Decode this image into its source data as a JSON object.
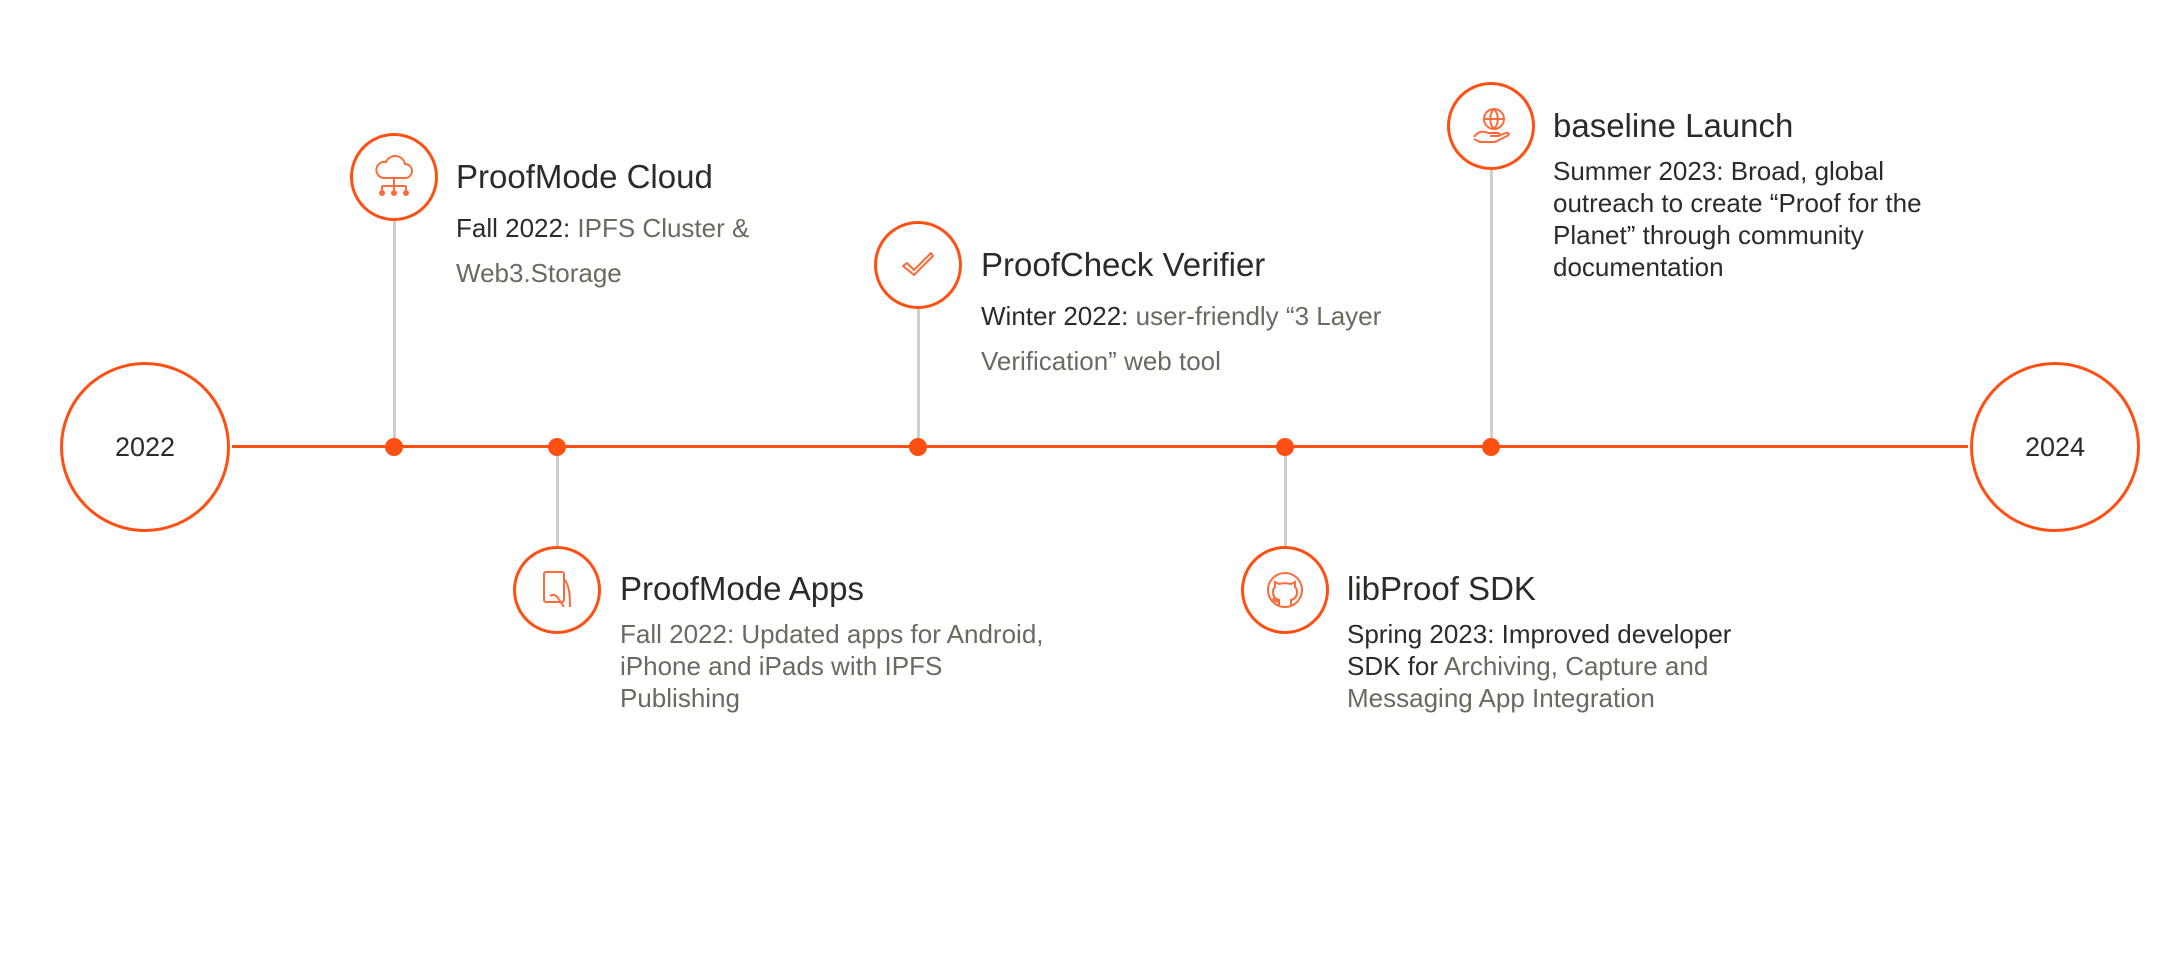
{
  "timeline": {
    "start_year": "2022",
    "end_year": "2024",
    "accent_color": "#ff4f12",
    "stem_color": "#cfcfcc",
    "milestones": [
      {
        "id": "proofmode-cloud",
        "position": "above",
        "icon": "cloud-network-icon",
        "title": "ProofMode Cloud",
        "date_label": "Fall 2022:",
        "desc_lead": "",
        "desc_rest": " IPFS Cluster & Web3.Storage"
      },
      {
        "id": "proofmode-apps",
        "position": "below",
        "icon": "hand-phone-icon",
        "title": "ProofMode Apps",
        "date_label": "",
        "desc_lead": "",
        "desc_rest": "Fall 2022: Updated apps for Android, iPhone and iPads with IPFS Publishing"
      },
      {
        "id": "proofcheck-verifier",
        "position": "above",
        "icon": "checkmark-icon",
        "title": "ProofCheck Verifier",
        "date_label": "Winter 2022:",
        "desc_lead": "",
        "desc_rest": " user-friendly “3 Layer Verification” web tool"
      },
      {
        "id": "libproof-sdk",
        "position": "below",
        "icon": "github-icon",
        "title": "libProof SDK",
        "date_label": "Spring 2023: Improved developer SDK for",
        "desc_lead": "",
        "desc_rest": " Archiving, Capture and Messaging App Integration"
      },
      {
        "id": "baseline-launch",
        "position": "above",
        "icon": "globe-in-hand-icon",
        "title": "baseline Launch",
        "date_label": "Summer 2023: Broad, global outreach to create “Proof for the Planet” through community documentation",
        "desc_lead": "",
        "desc_rest": ""
      }
    ]
  }
}
